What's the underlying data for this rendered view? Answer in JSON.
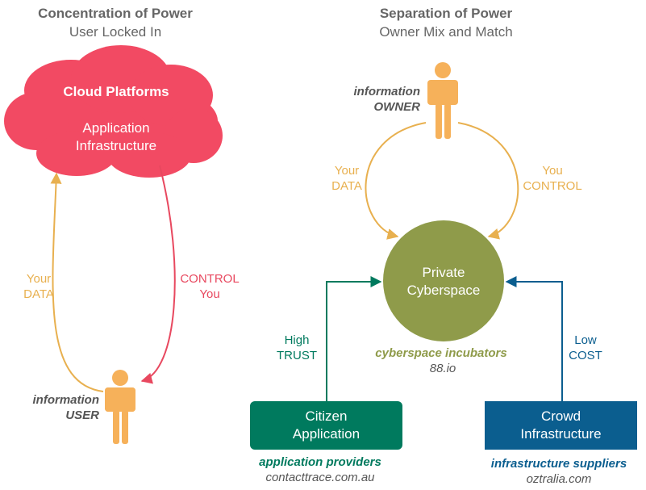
{
  "left": {
    "heading": "Concentration of Power",
    "subheading": "User Locked In",
    "cloud": {
      "title": "Cloud Platforms",
      "line1": "Application",
      "line2": "Infrastructure"
    },
    "data_label": {
      "line1": "Your",
      "line2": "DATA"
    },
    "control_label": {
      "line1": "CONTROL",
      "line2": "You"
    },
    "user_label": {
      "line1": "information",
      "line2": "USER"
    }
  },
  "right": {
    "heading": "Separation of Power",
    "subheading": "Owner Mix and Match",
    "owner_label": {
      "line1": "information",
      "line2": "OWNER"
    },
    "data_label": {
      "line1": "Your",
      "line2": "DATA"
    },
    "control_label": {
      "line1": "You",
      "line2": "CONTROL"
    },
    "center_node": {
      "line1": "Private",
      "line2": "Cyberspace"
    },
    "incubators": {
      "role": "cyberspace incubators",
      "site": "88.io"
    },
    "trust_label": {
      "line1": "High",
      "line2": "TRUST"
    },
    "cost_label": {
      "line1": "Low",
      "line2": "COST"
    },
    "citizen_box": {
      "line1": "Citizen",
      "line2": "Application"
    },
    "crowd_box": {
      "line1": "Crowd",
      "line2": "Infrastructure"
    },
    "app_providers": {
      "role": "application providers",
      "site": "contacttrace.com.au"
    },
    "infra_suppliers": {
      "role": "infrastructure suppliers",
      "site": "oztralia.com"
    }
  },
  "colors": {
    "cloud": "#f24a63",
    "person": "#f6b15a",
    "data_arrow": "#e8b04f",
    "control_arrow": "#e8485f",
    "green_node": "#8f9b4a",
    "teal": "#007a5e",
    "blue": "#0b5e8f",
    "heading_gray": "#666666"
  }
}
